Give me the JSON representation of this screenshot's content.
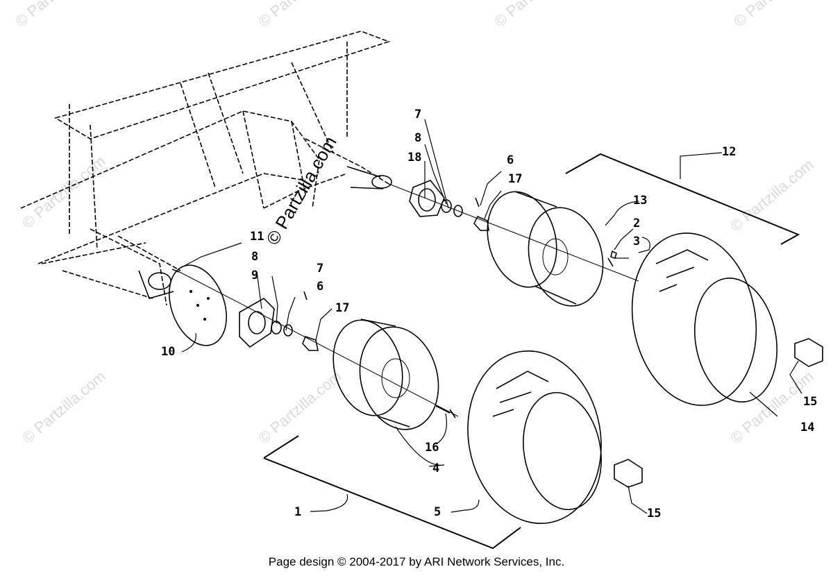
{
  "diagram": {
    "callouts": [
      {
        "id": "c1",
        "text": "1"
      },
      {
        "id": "c2",
        "text": "2"
      },
      {
        "id": "c3",
        "text": "3"
      },
      {
        "id": "c4",
        "text": "4"
      },
      {
        "id": "c5",
        "text": "5"
      },
      {
        "id": "c6a",
        "text": "6"
      },
      {
        "id": "c6b",
        "text": "6"
      },
      {
        "id": "c7a",
        "text": "7"
      },
      {
        "id": "c7b",
        "text": "7"
      },
      {
        "id": "c8a",
        "text": "8"
      },
      {
        "id": "c8b",
        "text": "8"
      },
      {
        "id": "c9",
        "text": "9"
      },
      {
        "id": "c10",
        "text": "10"
      },
      {
        "id": "c11",
        "text": "11"
      },
      {
        "id": "c12",
        "text": "12"
      },
      {
        "id": "c13",
        "text": "13"
      },
      {
        "id": "c14",
        "text": "14"
      },
      {
        "id": "c15a",
        "text": "15"
      },
      {
        "id": "c15b",
        "text": "15"
      },
      {
        "id": "c16",
        "text": "16"
      },
      {
        "id": "c17a",
        "text": "17"
      },
      {
        "id": "c17b",
        "text": "17"
      },
      {
        "id": "c18",
        "text": "18"
      }
    ],
    "watermark": "© Partzilla.com",
    "center_watermark": "© Partzilla.com"
  },
  "footer": {
    "text": "Page design © 2004-2017 by ARI Network Services, Inc."
  }
}
